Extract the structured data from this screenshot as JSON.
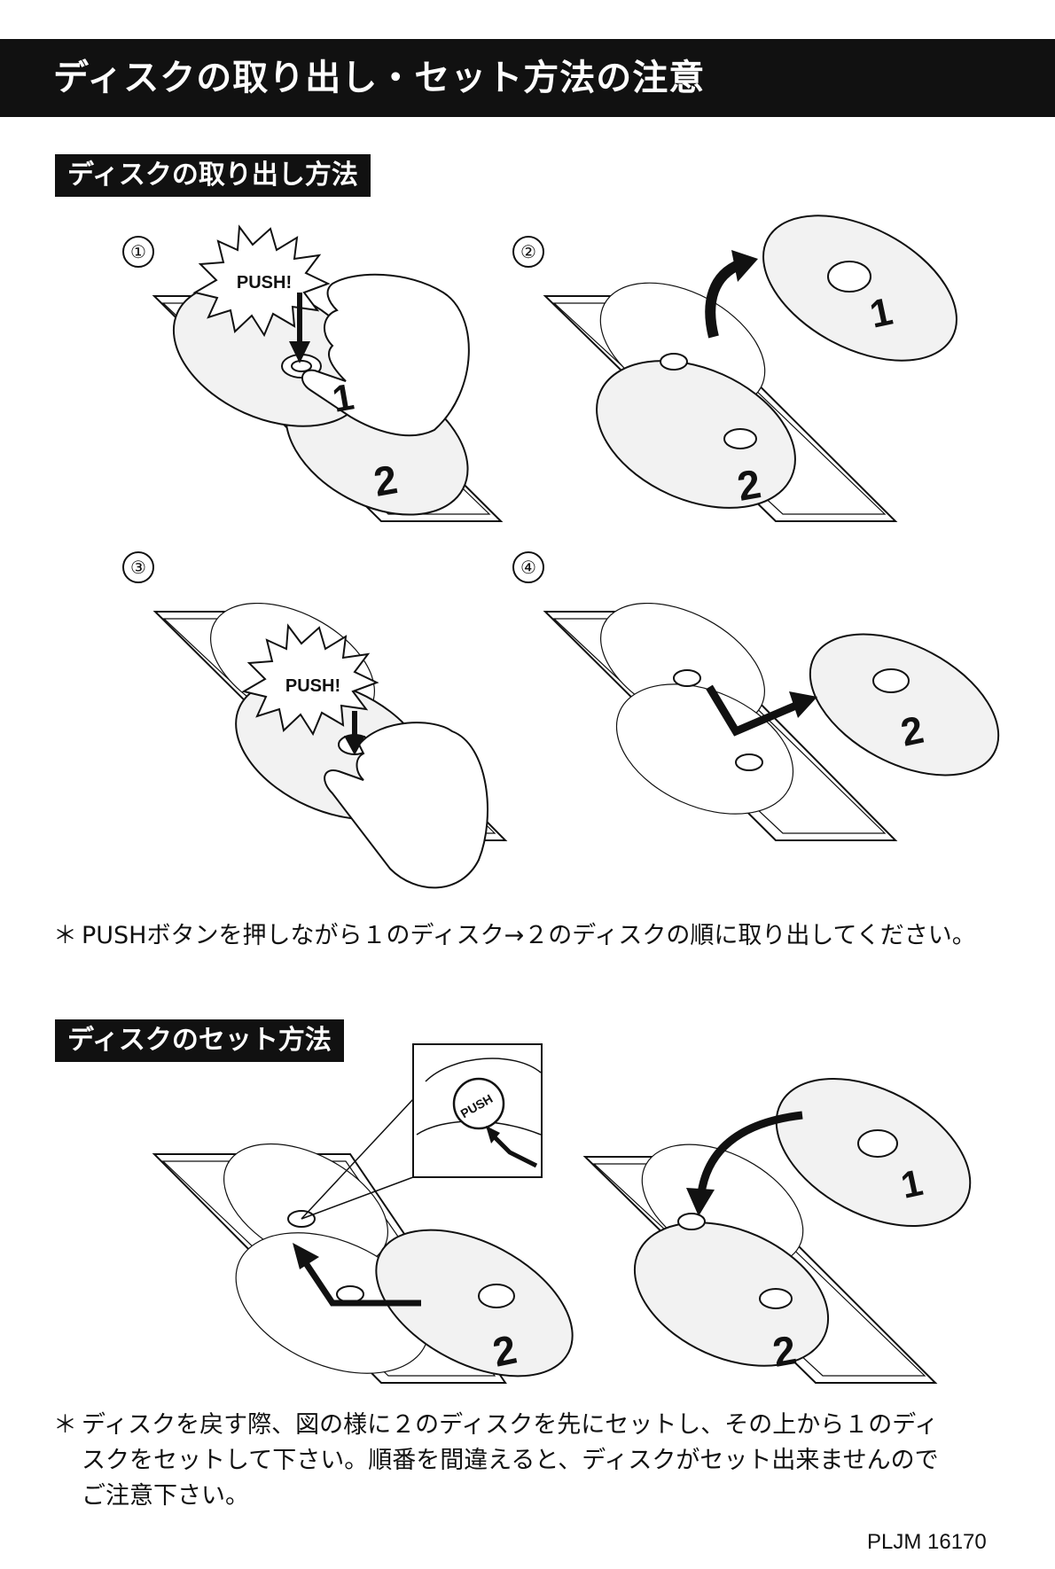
{
  "page_title": "ディスクの取り出し・セット方法の注意",
  "removal": {
    "heading": "ディスクの取り出し方法",
    "steps": [
      {
        "number": "①",
        "push_label": "PUSH!",
        "disc_labels": [
          "1",
          "2"
        ]
      },
      {
        "number": "②",
        "disc_labels": [
          "1",
          "2"
        ]
      },
      {
        "number": "③",
        "push_label": "PUSH!"
      },
      {
        "number": "④",
        "disc_labels": [
          "2"
        ]
      }
    ],
    "note_bullet": "＊",
    "note": "PUSHボタンを押しながら１のディスク→２のディスクの順に取り出してください。"
  },
  "set": {
    "heading": "ディスクのセット方法",
    "figures": [
      {
        "disc_label": "2",
        "inset_label": "PUSH"
      },
      {
        "disc_labels": [
          "1",
          "2"
        ]
      }
    ],
    "note_bullet": "＊",
    "note_lines": [
      "ディスクを戻す際、図の様に２のディスクを先にセットし、その上から１のディ",
      "スクをセットして下さい。順番を間違えると、ディスクがセット出来ませんので",
      "ご注意下さい。"
    ]
  },
  "product_code": "PLJM 16170",
  "colors": {
    "ink": "#111111",
    "paper": "#ffffff",
    "disc_fill": "#f2f2f2"
  }
}
